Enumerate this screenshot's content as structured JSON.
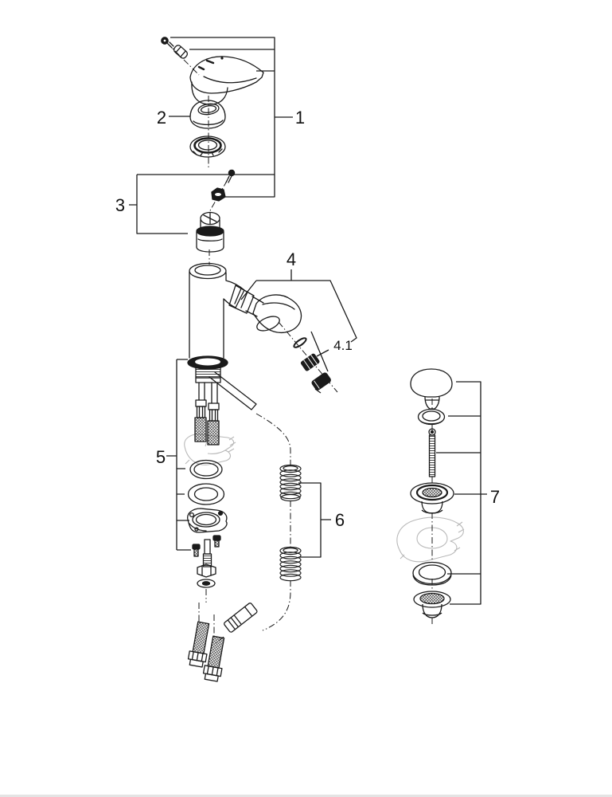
{
  "diagram": {
    "callouts": {
      "c1": "1",
      "c2": "2",
      "c3": "3",
      "c4": "4",
      "c41": "4.1",
      "c5": "5",
      "c6": "6",
      "c7": "7"
    },
    "colors": {
      "line": "#1a1a1a",
      "ghost": "#b9b9b9",
      "background": "#ffffff",
      "page_edge": "#e4e4e4"
    }
  }
}
